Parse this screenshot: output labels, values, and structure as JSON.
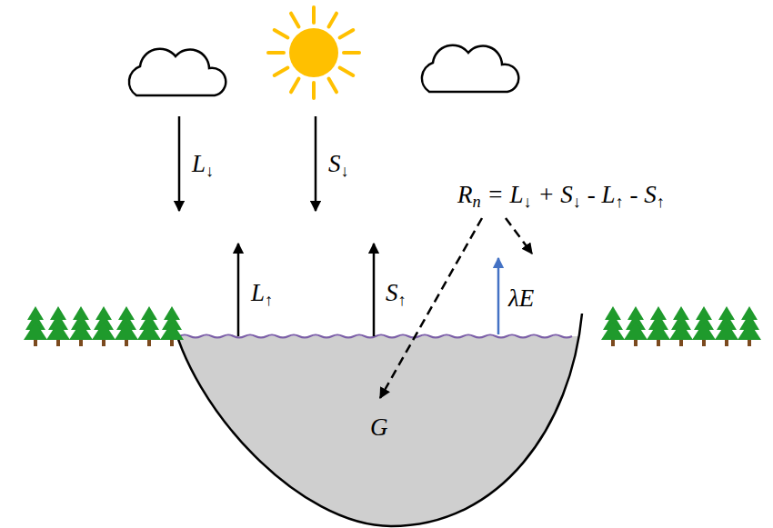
{
  "diagram": {
    "labels": [
      "L↓",
      "S↓",
      "Rn = L↓ + S↓ - L↑ - S↑",
      "L↑",
      "S↑",
      "λE",
      "G"
    ]
  }
}
